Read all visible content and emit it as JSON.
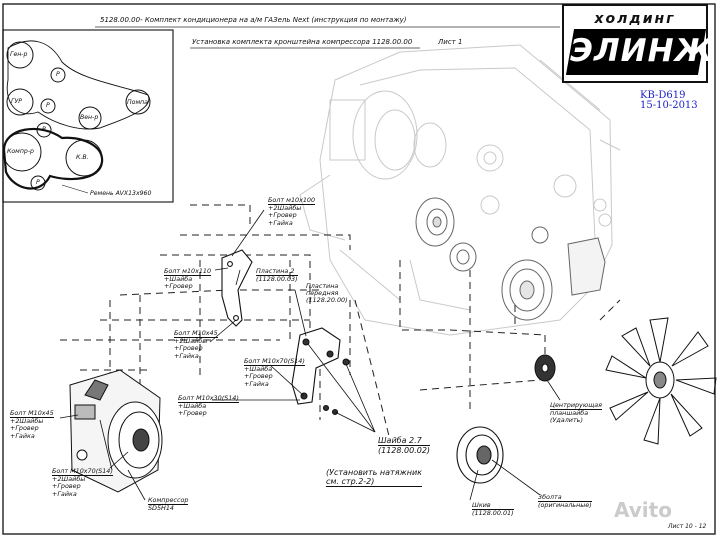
{
  "header": {
    "title": "5128.00.00- Комплект кондиционера на а/м ГАЗель Next (инструкция по монтажу)",
    "subtitle": "Установка комплекта кронштейна компрессора 1128.00.00",
    "sheet": "Лист 1"
  },
  "logo": {
    "small_text": "холдинг",
    "big_text": "ЭЛИНЖ",
    "code": "KB-D619",
    "date": "15-10-2013"
  },
  "belt_diagram": {
    "pulleys": [
      "Ген-р",
      "Р",
      "ГУР",
      "Р",
      "Помпа",
      "Вен-р",
      "Р",
      "Компр-р",
      "К.В.",
      "Р"
    ],
    "belt_label": "Ремень AVX13x960"
  },
  "labels": {
    "bolt_m10x100": [
      "Болт м10x100",
      "+2Шайбы",
      "+Гровер",
      "+Гайка"
    ],
    "bolt_m10x110": [
      "Болт м10x110",
      "+Шайба",
      "+Гровер"
    ],
    "plate2": [
      "Пластина 2",
      "(1128.00.03)"
    ],
    "plate_front": [
      "Пластина",
      "передняя",
      "(1128.20.00)"
    ],
    "bolt_m10x45": [
      "Болт М10x45",
      "+2Шайбы",
      "+Гровер",
      "+Гайка"
    ],
    "bolt_m10x70_s14_top": [
      "Болт М10x70(S14)",
      "+Шайба",
      "+Гровер",
      "+Гайка"
    ],
    "bolt_m10x30_s14": [
      "Болт М10x30(S14)",
      "+Шайба",
      "+Гровер"
    ],
    "bolt_m10x45_left": [
      "Болт М10x45",
      "+2Шайбы",
      "+Гровер",
      "+Гайка"
    ],
    "bolt_m10x70_s14_left": [
      "Болт М10x70(S14)",
      "+2Шайбы",
      "+Гровер",
      "+Гайка"
    ],
    "compressor": [
      "Компрессор",
      "SD5H14"
    ],
    "washer": [
      "Шайба 2.7",
      "(1128.00.02)"
    ],
    "tensioner": [
      "(Установить натяжник",
      "см. стр.2-2)"
    ],
    "pulley": [
      "Шкив",
      "(1128.00.01)"
    ],
    "bolts3": [
      "3болта",
      "(оригинальные)"
    ],
    "center_plate": [
      "Центрирующая",
      "планшайба",
      "(Удалить)"
    ]
  },
  "footer": {
    "sheet_number": "Лист 10 - 12",
    "watermark": "Avito"
  }
}
